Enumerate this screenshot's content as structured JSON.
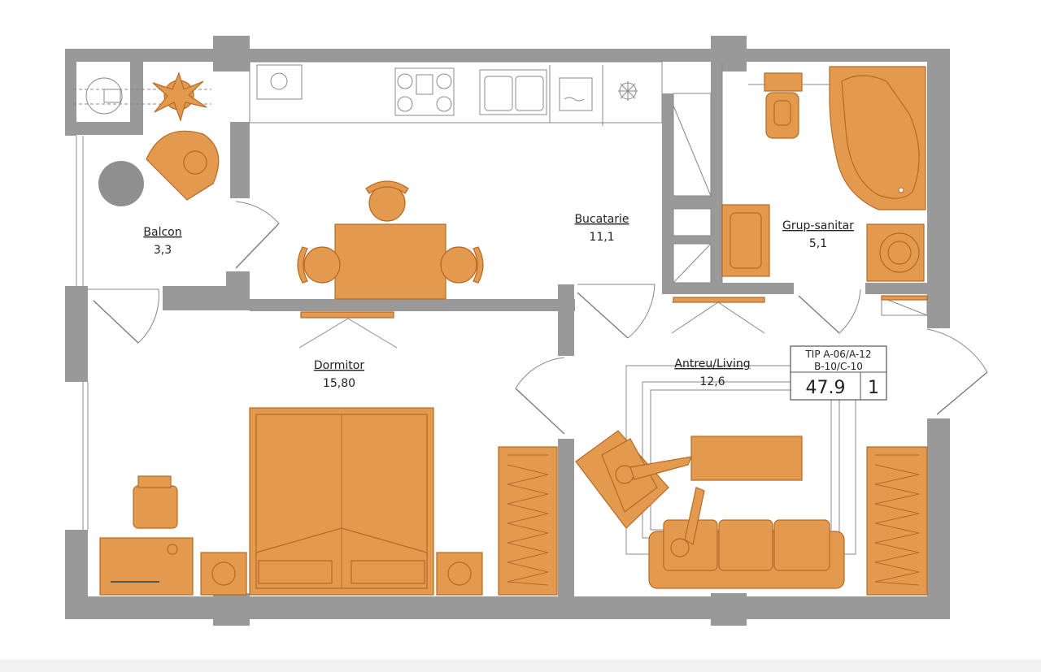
{
  "rooms": {
    "balcon": {
      "name": "Balcon",
      "area": "3,3"
    },
    "bucatarie": {
      "name": "Bucatarie",
      "area": "11,1"
    },
    "grup_sanitar": {
      "name": "Grup-sanitar",
      "area": "5,1"
    },
    "dormitor": {
      "name": "Dormitor",
      "area": "15,80"
    },
    "antreu_living": {
      "name": "Antreu/Living",
      "area": "12,6"
    }
  },
  "type_box": {
    "line1": "TIP A-06/A-12",
    "line2": "B-10/C-10",
    "total_area": "47.9",
    "rooms_count": "1"
  },
  "colors": {
    "wall": "#999999",
    "furniture": "#e39a4f",
    "furniture_stroke": "#b56a25",
    "line": "#888888"
  }
}
